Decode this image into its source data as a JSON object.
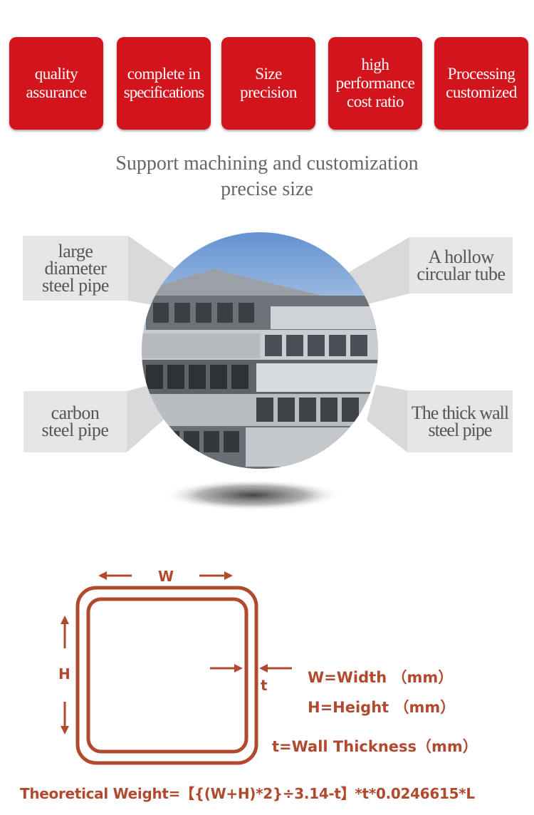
{
  "badges": [
    {
      "line1": "quality",
      "line2": "assurance",
      "line3": ""
    },
    {
      "line1": "complete in",
      "line2": "specifications",
      "line3": ""
    },
    {
      "line1": "Size",
      "line2": "precision",
      "line3": ""
    },
    {
      "line1": "high",
      "line2": "performance",
      "line3": "cost ratio"
    },
    {
      "line1": "Processing",
      "line2": "customized",
      "line3": ""
    }
  ],
  "subtitle": {
    "line1": "Support machining and customization",
    "line2": "precise size"
  },
  "labels": {
    "top_left": {
      "line1": "large",
      "line2": "diameter",
      "line3": "steel pipe"
    },
    "top_right": {
      "line1": "A hollow",
      "line2": "circular tube"
    },
    "bottom_left": {
      "line1": "carbon",
      "line2": "steel pipe"
    },
    "bottom_right": {
      "line1": "The thick wall",
      "line2": "steel pipe"
    }
  },
  "diagram": {
    "width_symbol": "W",
    "height_symbol": "H",
    "thickness_symbol": "t",
    "legend_width": "W=Width （mm）",
    "legend_height": "H=Height （mm）",
    "legend_thickness": "t=Wall Thickness（mm）",
    "formula": "Theoretical Weight=【{(W+H)*2}÷3.14-t】*t*0.0246615*L",
    "accent_color": "#b1492f"
  },
  "badge_color": "#d2141c"
}
